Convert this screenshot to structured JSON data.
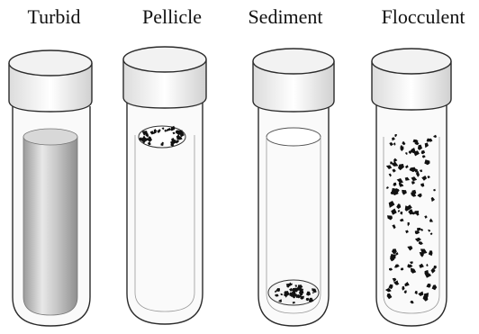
{
  "tubes": [
    {
      "label": "Turbid"
    },
    {
      "label": "Pellicle"
    },
    {
      "label": "Sediment"
    },
    {
      "label": "Flocculent"
    }
  ],
  "colors": {
    "ink": "#2b2b2b",
    "glass": "#fafafa",
    "turbid": "#bdbdbd",
    "flake": "#111111"
  }
}
